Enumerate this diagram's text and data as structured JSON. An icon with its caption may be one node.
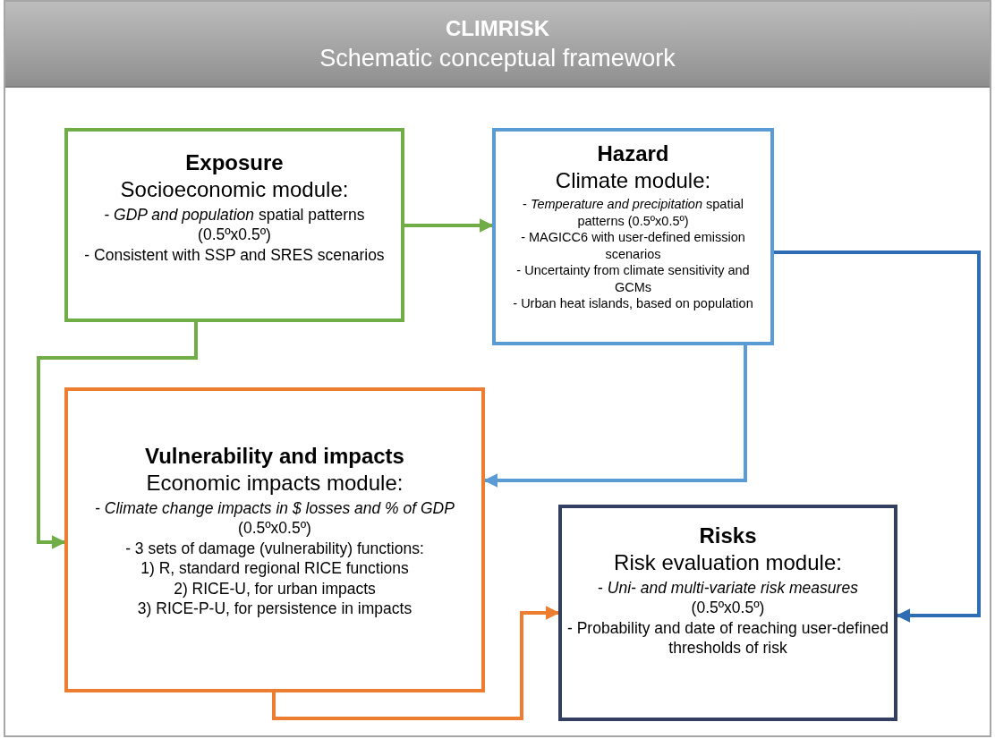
{
  "diagram": {
    "nodes": [
      {
        "text": [
          "CLIMRISK",
          "Schematic conceptual framework"
        ]
      },
      {
        "text": [
          "Exposure",
          "Socioeconomic module:",
          "- *GDP and population* spatial patterns (0.5ºx0.5º)",
          "- Consistent with SSP and SRES scenarios"
        ],
        "in": 0
      },
      {
        "text": [
          "Hazard",
          "Climate module:",
          "- *Temperature and precipitation* spatial patterns (0.5ºx0.5º)",
          "- MAGICC6 with user-defined emission scenarios",
          "- Uncertainty from climate sensitivity and GCMs",
          "- Urban heat islands, based on population"
        ],
        "in": 0
      },
      {
        "text": [
          "Vulnerability and impacts",
          "Economic impacts module:",
          "- *Climate change impacts in $ losses and % of GDP* (0.5ºx0.5º)",
          "- 3 sets of damage (vulnerability) functions:",
          "1) R, standard regional RICE functions",
          "2) RICE-U, for urban impacts",
          "3) RICE-P-U, for persistence in impacts"
        ],
        "in": 0
      },
      {
        "text": [
          "Risks",
          "Risk evaluation module:",
          "- *Uni- and multi-variate risk measures* (0.5ºx0.5º)",
          "- Probability and date of reaching user-defined thresholds of risk"
        ],
        "in": 0
      }
    ],
    "edges": [
      {
        "from": 1,
        "to": 2,
        "arrow": "to",
        "color": "#70ad47"
      },
      {
        "from": 1,
        "to": 3,
        "arrow": "to",
        "color": "#70ad47"
      },
      {
        "from": 2,
        "to": 3,
        "arrow": "to",
        "color": "#5b9bd5"
      },
      {
        "from": 2,
        "to": 4,
        "arrow": "to",
        "color": "#2e6db4"
      },
      {
        "from": 3,
        "to": 4,
        "arrow": "to",
        "color": "#ed7d31"
      }
    ]
  }
}
